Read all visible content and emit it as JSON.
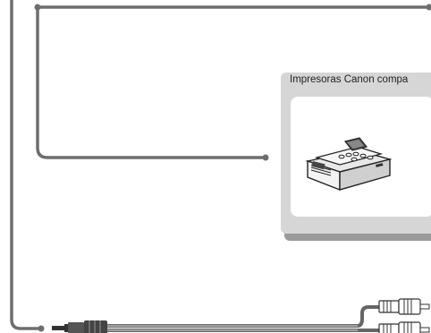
{
  "card": {
    "title": "Impresoras Canon compa"
  },
  "colors": {
    "line": "#6e6e6e",
    "card_bg": "#d6d6d6",
    "card_shadow": "#9a9a9a",
    "panel": "#ffffff"
  },
  "icons": [
    "printer-icon",
    "mini-plug-icon",
    "rca-plug-icon-top",
    "rca-plug-icon-bottom"
  ]
}
